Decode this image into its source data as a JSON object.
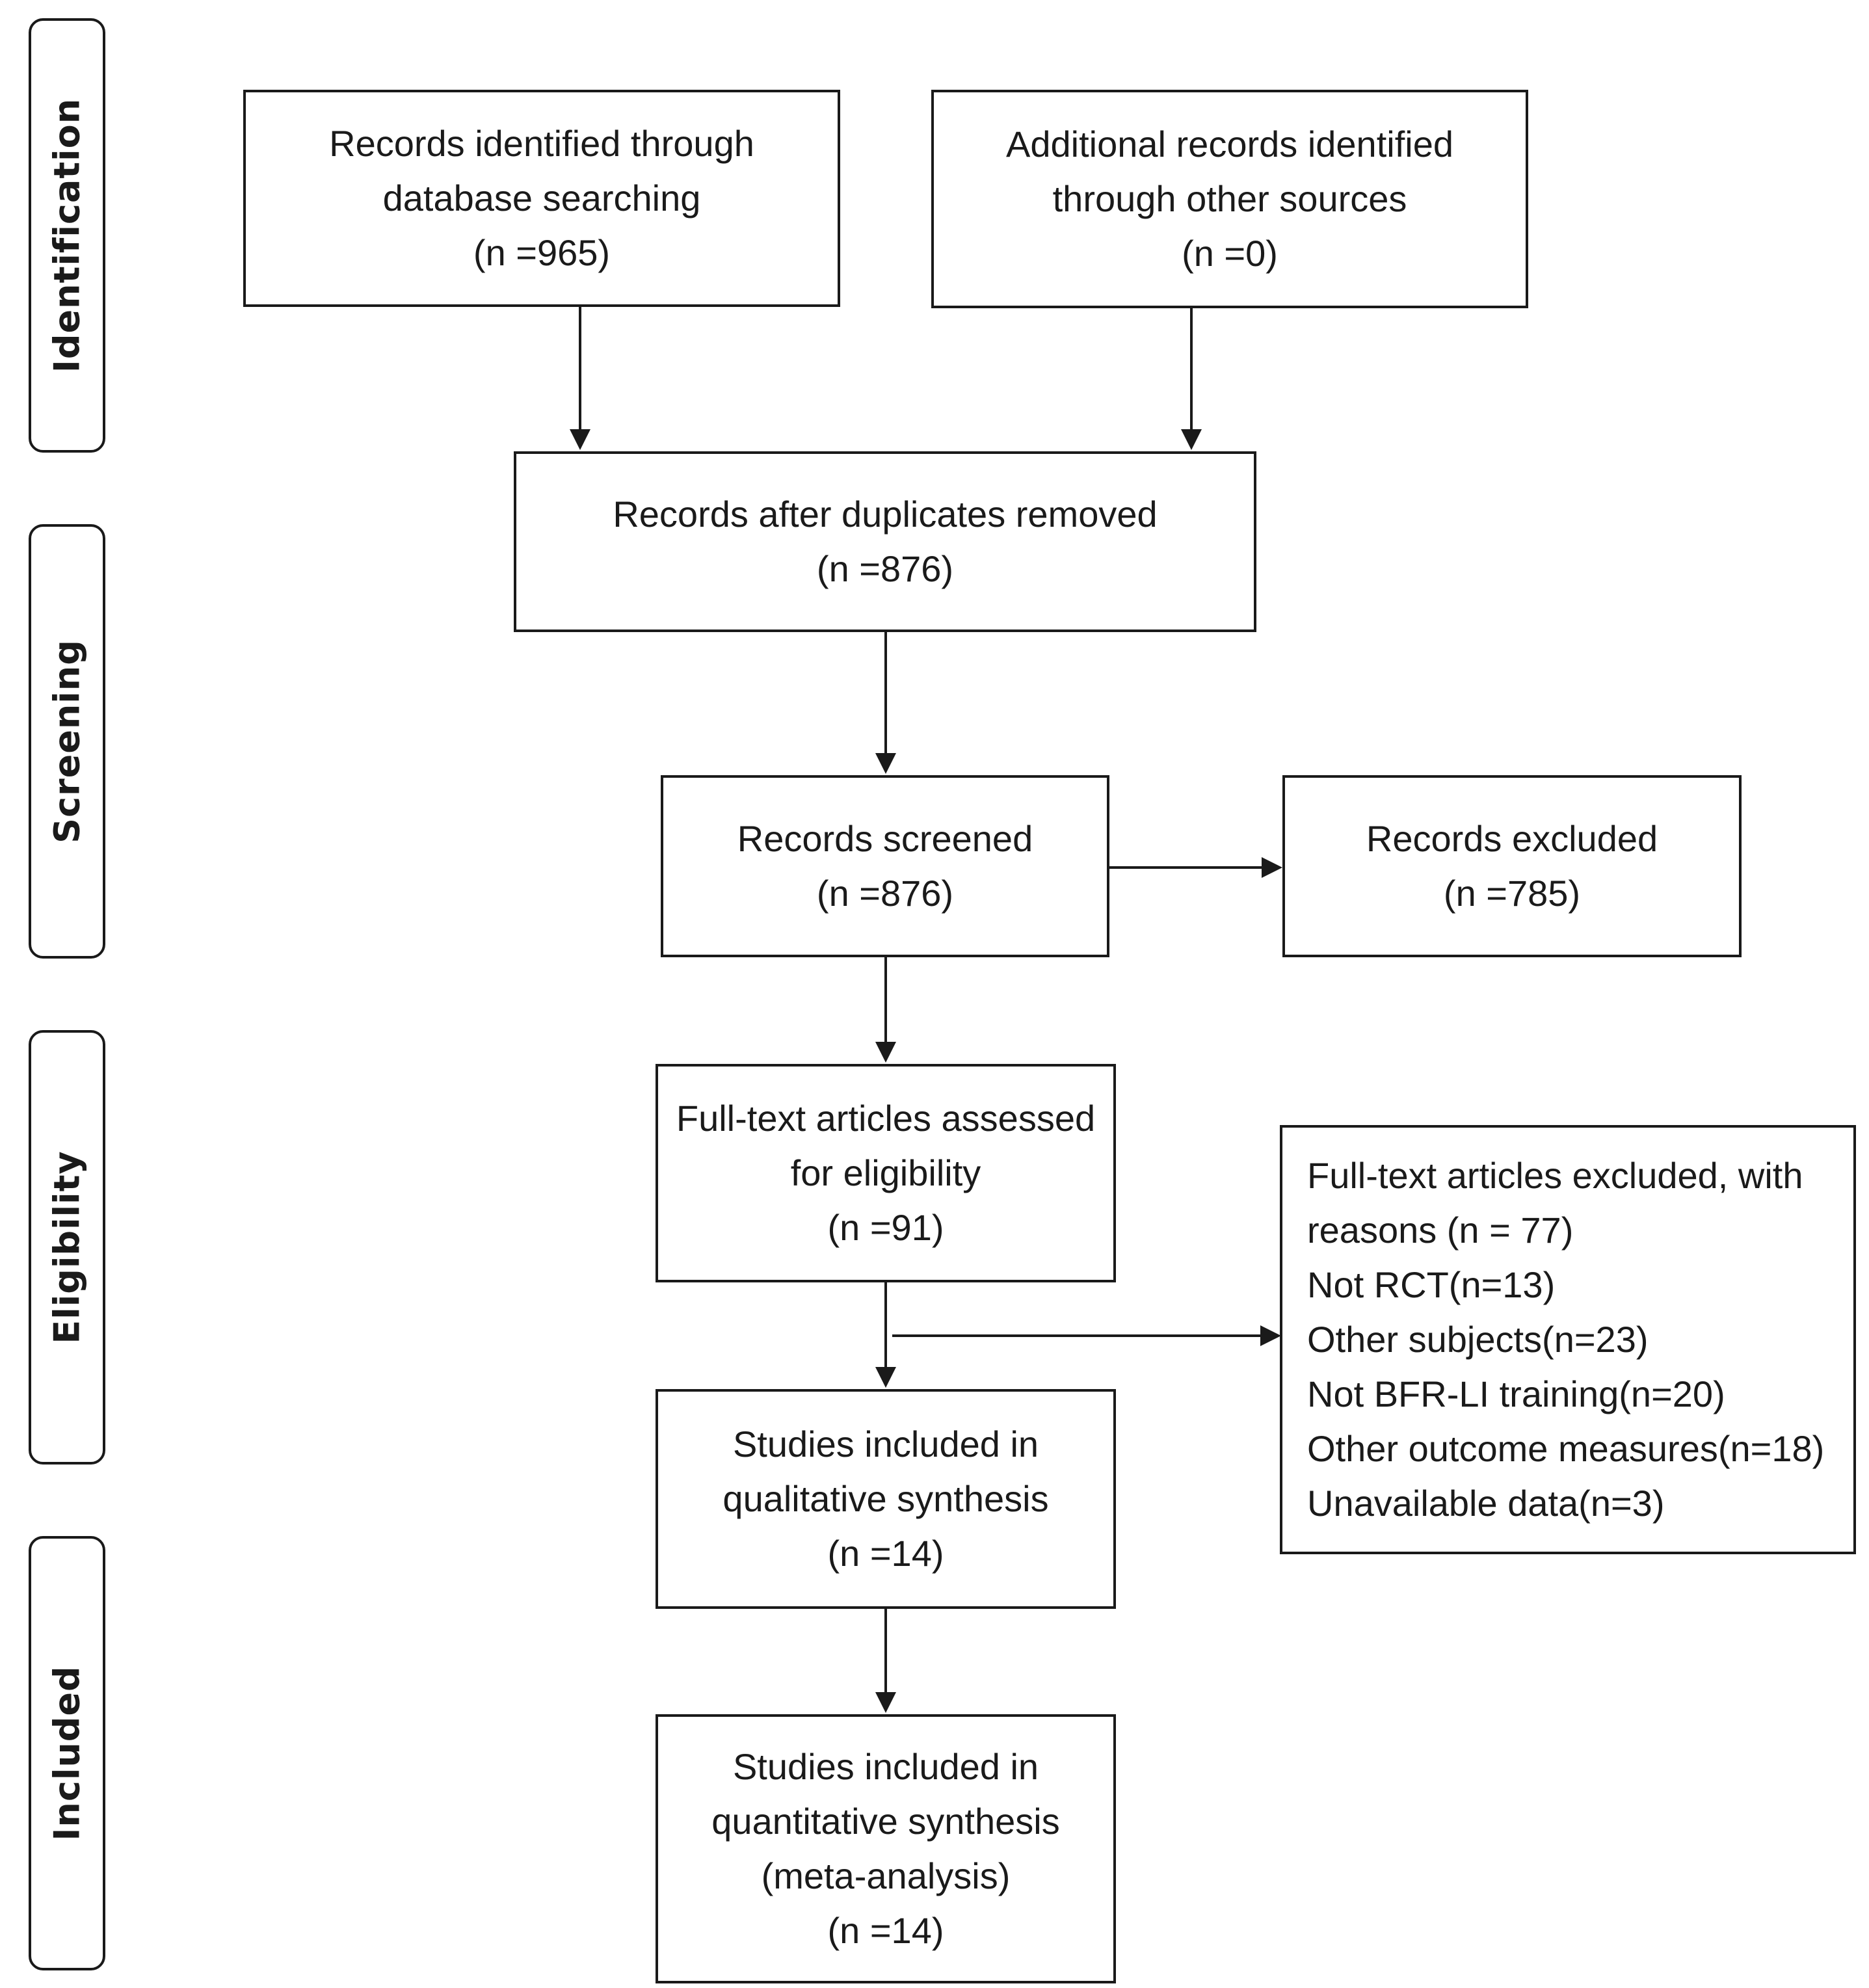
{
  "phases": {
    "identification": "Identification",
    "screening": "Screening",
    "eligibility": "Eligibility",
    "included": "Included"
  },
  "boxes": {
    "db_search": {
      "line1": "Records identified through",
      "line2": "database searching",
      "count": "(n =965)"
    },
    "other_sources": {
      "line1": "Additional records identified",
      "line2": "through other sources",
      "count": "(n =0)"
    },
    "duplicates_removed": {
      "line1": "Records after duplicates removed",
      "count": "(n =876)"
    },
    "screened": {
      "line1": "Records screened",
      "count": "(n =876)"
    },
    "excluded": {
      "line1": "Records excluded",
      "count": "(n =785)"
    },
    "fulltext_assessed": {
      "line1": "Full-text articles assessed",
      "line2": "for eligibility",
      "count": "(n =91)"
    },
    "fulltext_excluded": {
      "line1": "Full-text articles excluded, with",
      "line2": "reasons (n = 77)",
      "reasons": [
        "Not RCT(n=13)",
        "Other subjects(n=23)",
        "Not BFR-LI training(n=20)",
        "Other outcome measures(n=18)",
        "Unavailable data(n=3)"
      ]
    },
    "qualitative": {
      "line1": "Studies included in",
      "line2": "qualitative synthesis",
      "count": "(n =14)"
    },
    "quantitative": {
      "line1": "Studies included in",
      "line2": "quantitative synthesis",
      "line3": "(meta-analysis)",
      "count": "(n =14)"
    }
  }
}
